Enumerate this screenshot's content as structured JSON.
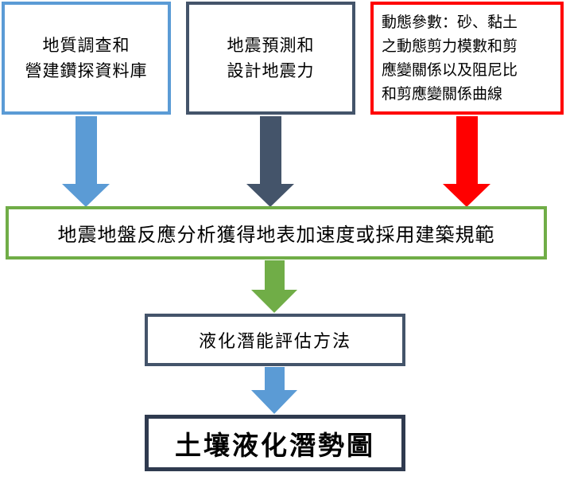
{
  "boxes": {
    "geo": {
      "text": "地質調查和\n營建鑽探資料庫"
    },
    "eq": {
      "text": "地震預測和\n設計地震力"
    },
    "dyn": {
      "text": "動態參數：砂、黏土\n之動態剪力模數和剪\n應變關係以及阻尼比\n和剪應變關係曲線"
    },
    "resp": {
      "text": "地震地盤反應分析獲得地表加速度或採用建築規範"
    },
    "method": {
      "text": "液化潛能評估方法"
    },
    "map": {
      "text": "土壤液化潛勢圖"
    }
  },
  "colors": {
    "blue": "#5b9bd5",
    "slate": "#44546a",
    "red": "#ff0000",
    "green": "#70ad47",
    "dark_border": "#2f3a4f"
  }
}
